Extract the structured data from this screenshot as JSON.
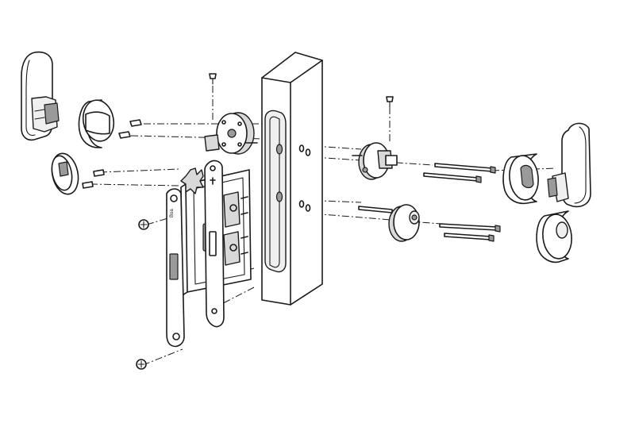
{
  "diagram": {
    "kind": "exploded-assembly",
    "faceplate_mark": "Boa",
    "colors": {
      "line": "#1a1a1a",
      "shade": "#d9d9d9",
      "light": "#efefef",
      "dark": "#9a9a9a"
    },
    "parts": [
      "handle-left",
      "rosette-left-round",
      "rosette-left-escutcheon",
      "spindle-mount-left",
      "mortise-lock-case",
      "faceplate",
      "door-block",
      "spindle-mount-right",
      "through-bolts",
      "rosette-right-escutcheon",
      "handle-right",
      "rosette-right-ring",
      "screws"
    ]
  }
}
